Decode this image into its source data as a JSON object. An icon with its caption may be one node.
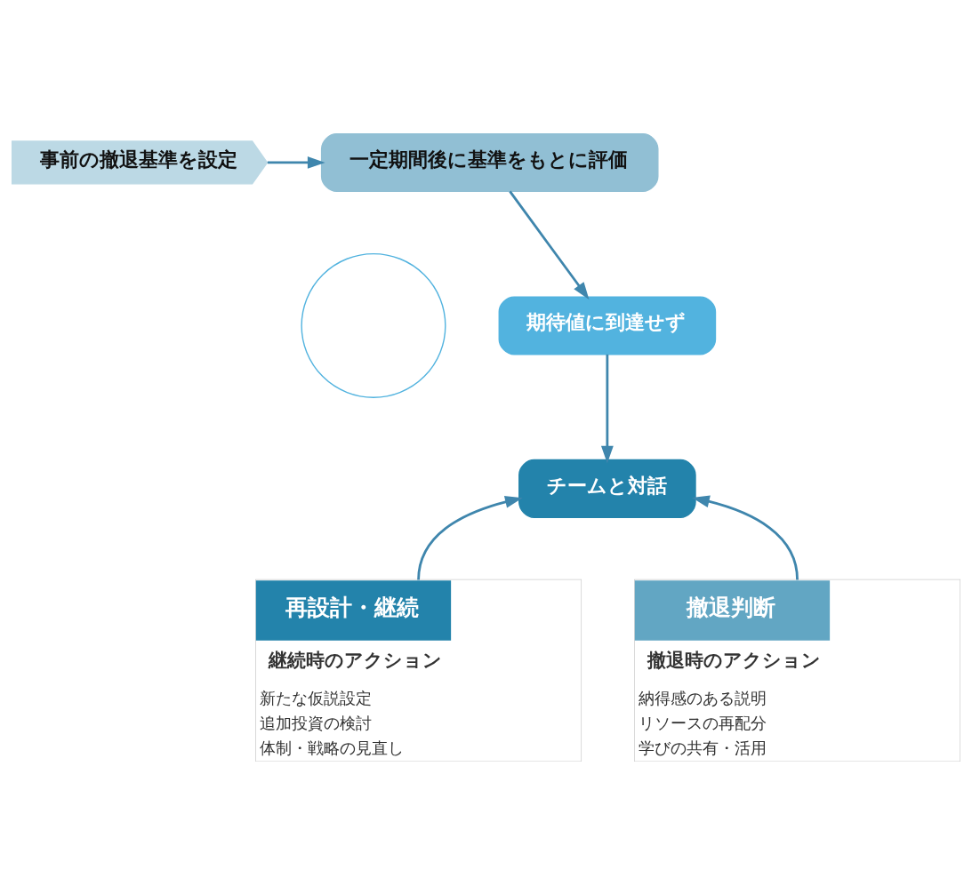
{
  "diagram": {
    "nodes": [
      {
        "text": [
          "事前の撤退基準を設定"
        ]
      },
      {
        "text": [
          "一定期間後に基準をもとに評価"
        ]
      },
      {
        "text": [],
        "shape": "circle"
      },
      {
        "text": [
          "期待値に到達せず"
        ]
      },
      {
        "text": [
          "チームと対話"
        ]
      },
      {
        "text": [
          "再設計・継続",
          "継続時のアクション",
          "新たな仮説設定",
          "追加投資の検討",
          "体制・戦略の見直し"
        ]
      },
      {
        "text": [
          "撤退判断",
          "撤退時のアクション",
          "納得感のある説明",
          "リソースの再配分",
          "学びの共有・活用"
        ]
      }
    ],
    "edges": [
      {
        "from": 0,
        "to": 1,
        "arrow": "to"
      },
      {
        "from": 1,
        "to": 3,
        "arrow": "to"
      },
      {
        "from": 3,
        "to": 4,
        "arrow": "to"
      },
      {
        "from": 5,
        "to": 4,
        "arrow": "to"
      },
      {
        "from": 6,
        "to": 4,
        "arrow": "to"
      }
    ]
  }
}
